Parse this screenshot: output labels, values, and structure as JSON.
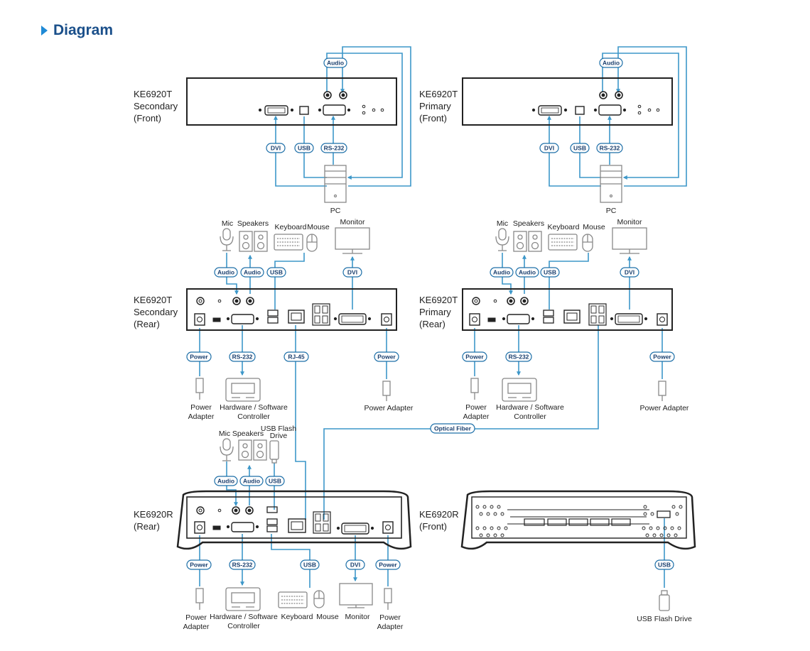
{
  "heading": {
    "title": "Diagram"
  },
  "colors": {
    "cable": "#3d97c9",
    "device": "#222222",
    "pill_border": "#1d6fa8",
    "heading": "#1a4f8a",
    "triangle": "#1f8ad6",
    "gray": "#888888"
  },
  "devices": {
    "secondary_front": [
      "KE6920T",
      "Secondary",
      "(Front)"
    ],
    "primary_front": [
      "KE6920T",
      "Primary",
      "(Front)"
    ],
    "secondary_rear": [
      "KE6920T",
      "Secondary",
      "(Rear)"
    ],
    "primary_rear": [
      "KE6920T",
      "Primary",
      "(Rear)"
    ],
    "receiver_rear": [
      "KE6920R",
      "(Rear)"
    ],
    "receiver_front": [
      "KE6920R",
      "(Front)"
    ]
  },
  "labels": {
    "pc": "PC",
    "mic": "Mic",
    "speakers": "Speakers",
    "keyboard": "Keyboard",
    "mouse": "Mouse",
    "monitor": "Monitor",
    "power_adapter": "Power Adapter",
    "power": "Power",
    "adapter": "Adapter",
    "hw_sw_1": "Hardware / Software",
    "hw_sw_2": "Controller",
    "usb_flash_1": "USB Flash",
    "usb_flash_2": "Drive",
    "usb_flash_drive": "USB Flash Drive"
  },
  "cables": {
    "audio": "Audio",
    "dvi": "DVI",
    "usb": "USB",
    "rs232": "RS-232",
    "power": "Power",
    "rj45": "RJ-45",
    "optical": "Optical Fiber"
  }
}
